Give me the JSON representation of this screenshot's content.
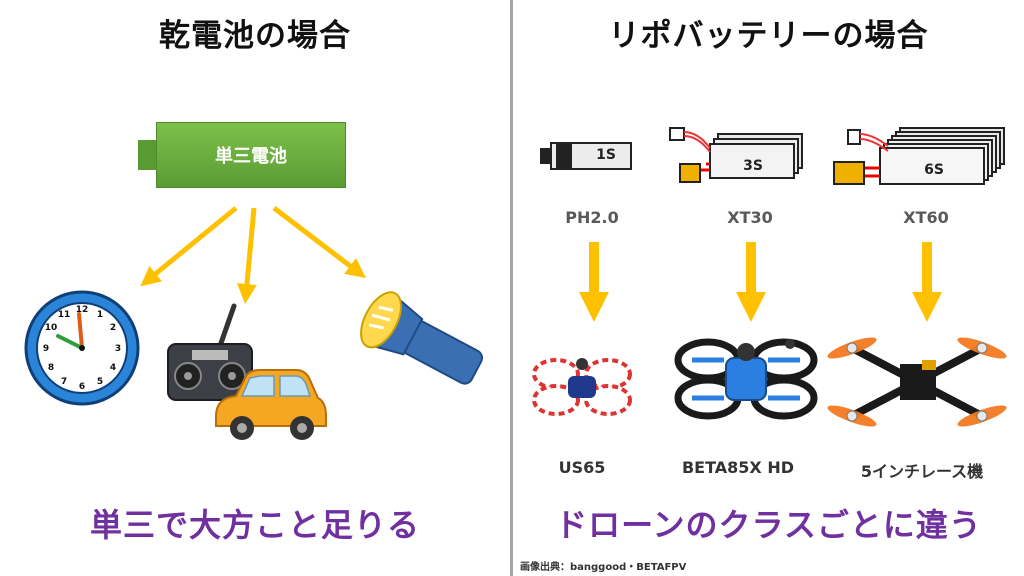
{
  "left": {
    "title": "乾電池の場合",
    "battery_label": "単三電池",
    "caption": "単三で大方こと足りる",
    "devices": [
      "clock-icon",
      "rc-transmitter-icon",
      "toy-car-icon",
      "flashlight-icon"
    ]
  },
  "right": {
    "title": "リポバッテリーの場合",
    "caption": "ドローンのクラスごとに違う",
    "columns": [
      {
        "cell": "1S",
        "connector": "PH2.0",
        "drone": "US65"
      },
      {
        "cell": "3S",
        "connector": "XT30",
        "drone": "BETA85X HD"
      },
      {
        "cell": "6S",
        "connector": "XT60",
        "drone": "5インチレース機"
      }
    ]
  },
  "credit": "画像出典：banggood・BETAFPV",
  "colors": {
    "battery_green": "#6aaf3d",
    "arrow_yellow": "#ffc000",
    "caption_purple": "#7030a0",
    "divider_grey": "#a6a6a6"
  }
}
